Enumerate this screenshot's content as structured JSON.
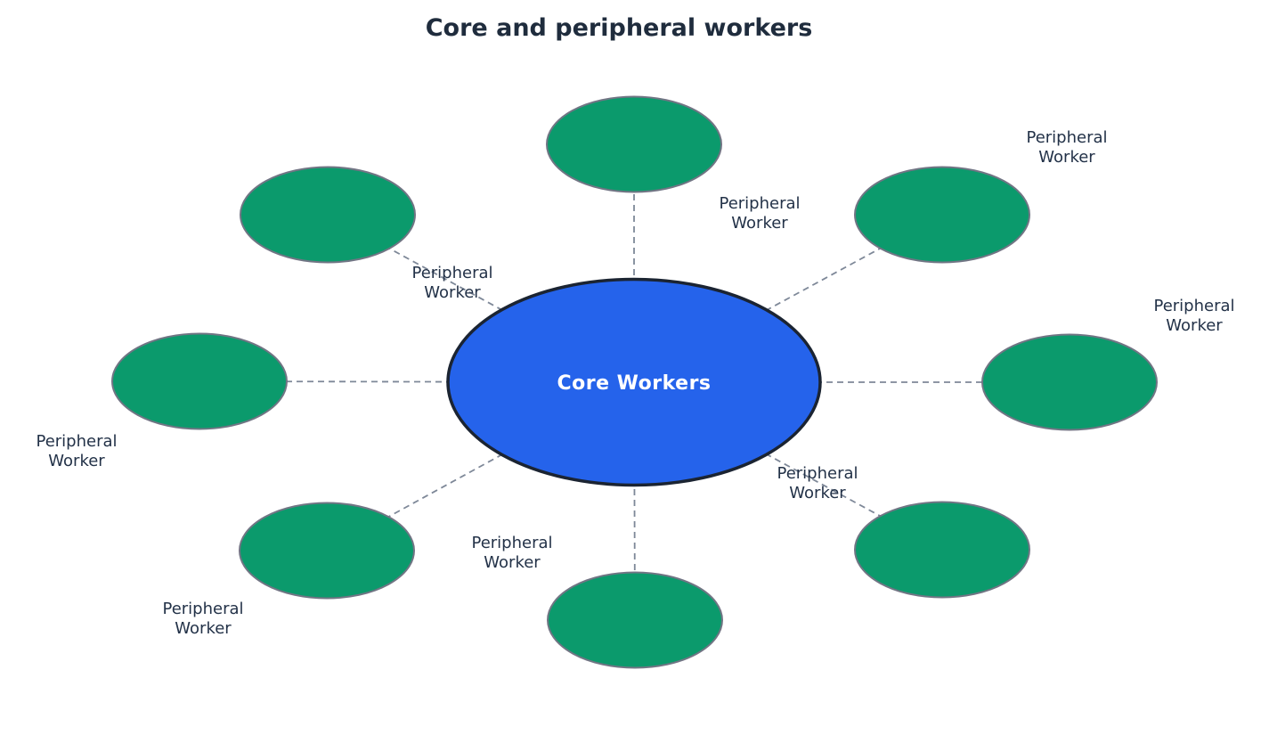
{
  "title": "Core and peripheral workers",
  "core_node": {
    "label": "Core Workers",
    "fill": "#2563eb",
    "border_color": "#1b2432",
    "text_color": "#ffffff"
  },
  "peripheral_nodes": [
    {
      "position": "top",
      "label_line1": "Peripheral",
      "label_line2": "Worker"
    },
    {
      "position": "top-right",
      "label_line1": "Peripheral",
      "label_line2": "Worker"
    },
    {
      "position": "right",
      "label_line1": "Peripheral",
      "label_line2": "Worker"
    },
    {
      "position": "bottom-right",
      "label_line1": "Peripheral",
      "label_line2": "Worker"
    },
    {
      "position": "bottom",
      "label_line1": "Peripheral",
      "label_line2": "Worker"
    },
    {
      "position": "bottom-left",
      "label_line1": "Peripheral",
      "label_line2": "Worker"
    },
    {
      "position": "left",
      "label_line1": "Peripheral",
      "label_line2": "Worker"
    },
    {
      "position": "top-left",
      "label_line1": "Peripheral",
      "label_line2": "Worker"
    }
  ],
  "styles": {
    "peripheral_fill": "#0b9a6c",
    "peripheral_border": "#717584",
    "connector_color": "#7e8898",
    "label_color": "#233248",
    "title_color": "#1f2c3d",
    "background": "#ffffff"
  }
}
